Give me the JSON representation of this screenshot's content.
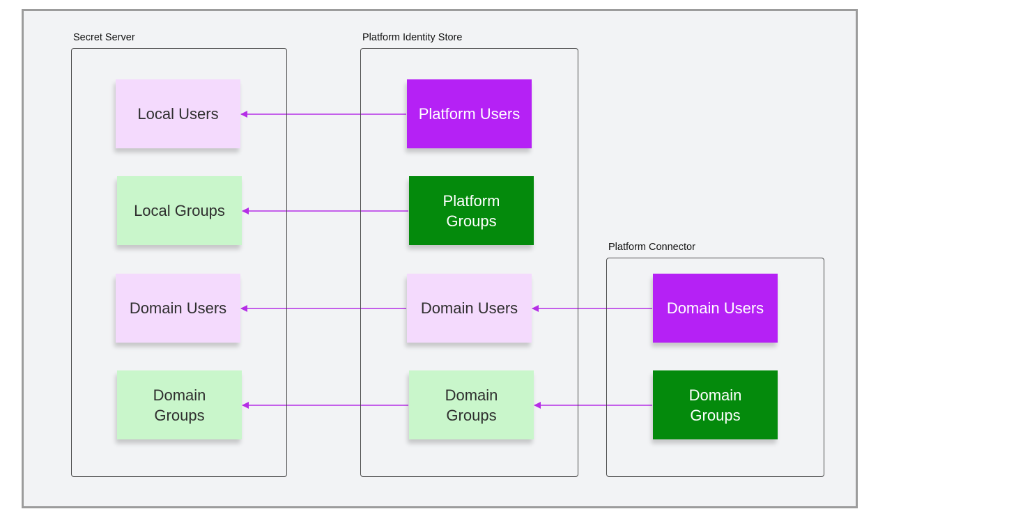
{
  "colors": {
    "user_light": "#f4dafd",
    "user_dark": "#b521f5",
    "group_light": "#c9f6cb",
    "group_dark": "#048a0c",
    "text_dark": "#2e2e2e",
    "text_light": "#ffffff",
    "arrow": "#b52ee6"
  },
  "groups": {
    "secret_server": {
      "label": "Secret Server"
    },
    "platform_identity_store": {
      "label": "Platform Identity Store"
    },
    "platform_connector": {
      "label": "Platform Connector"
    }
  },
  "notes": {
    "ss_local_users": {
      "text": "Local Users",
      "style": "user_light"
    },
    "ss_local_groups": {
      "text": "Local Groups",
      "style": "group_light"
    },
    "ss_domain_users": {
      "text": "Domain Users",
      "style": "user_light"
    },
    "ss_domain_groups": {
      "text": "Domain Groups",
      "style": "group_light"
    },
    "pis_platform_users": {
      "text": "Platform Users",
      "style": "user_dark"
    },
    "pis_platform_groups": {
      "text": "Platform Groups",
      "style": "group_dark"
    },
    "pis_domain_users": {
      "text": "Domain Users",
      "style": "user_light"
    },
    "pis_domain_groups": {
      "text": "Domain Groups",
      "style": "group_light"
    },
    "pc_domain_users": {
      "text": "Domain Users",
      "style": "user_dark"
    },
    "pc_domain_groups": {
      "text": "Domain Groups",
      "style": "group_dark"
    }
  },
  "connections": [
    {
      "from": "pis_platform_users",
      "to": "ss_local_users"
    },
    {
      "from": "pis_platform_groups",
      "to": "ss_local_groups"
    },
    {
      "from": "pis_domain_users",
      "to": "ss_domain_users"
    },
    {
      "from": "pis_domain_groups",
      "to": "ss_domain_groups"
    },
    {
      "from": "pc_domain_users",
      "to": "pis_domain_users"
    },
    {
      "from": "pc_domain_groups",
      "to": "pis_domain_groups"
    }
  ]
}
